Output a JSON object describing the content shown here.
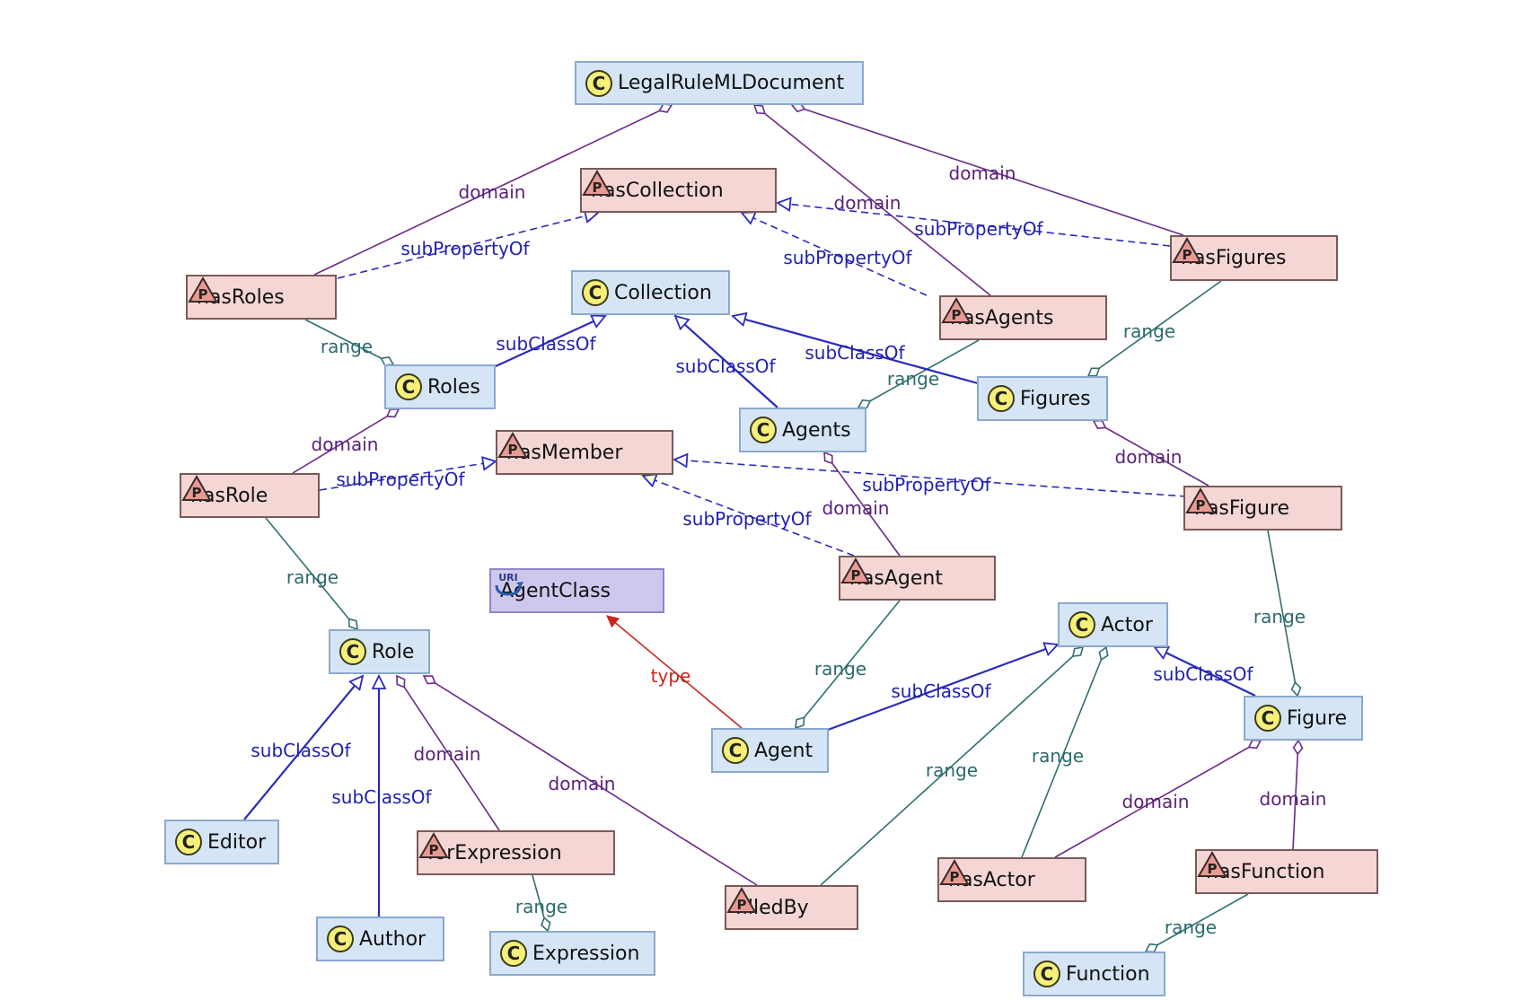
{
  "nodes": {
    "legalrulemldocument": {
      "label": "LegalRuleMLDocument",
      "kind": "class",
      "badge": "C"
    },
    "hascollection": {
      "label": "hasCollection",
      "kind": "property",
      "badge": "P"
    },
    "hasroles": {
      "label": "hasRoles",
      "kind": "property",
      "badge": "P"
    },
    "collection": {
      "label": "Collection",
      "kind": "class",
      "badge": "C"
    },
    "hasfigures": {
      "label": "hasFigures",
      "kind": "property",
      "badge": "P"
    },
    "hasagents": {
      "label": "hasAgents",
      "kind": "property",
      "badge": "P"
    },
    "roles": {
      "label": "Roles",
      "kind": "class",
      "badge": "C"
    },
    "figures": {
      "label": "Figures",
      "kind": "class",
      "badge": "C"
    },
    "agents": {
      "label": "Agents",
      "kind": "class",
      "badge": "C"
    },
    "hasmember": {
      "label": "hasMember",
      "kind": "property",
      "badge": "P"
    },
    "hasrole": {
      "label": "hasRole",
      "kind": "property",
      "badge": "P"
    },
    "hasfigure": {
      "label": "hasFigure",
      "kind": "property",
      "badge": "P"
    },
    "hasagent": {
      "label": "hasAgent",
      "kind": "property",
      "badge": "P"
    },
    "agentclass": {
      "label": "AgentClass",
      "kind": "uri",
      "badge": "URI"
    },
    "actor": {
      "label": "Actor",
      "kind": "class",
      "badge": "C"
    },
    "role": {
      "label": "Role",
      "kind": "class",
      "badge": "C"
    },
    "figure": {
      "label": "Figure",
      "kind": "class",
      "badge": "C"
    },
    "agent": {
      "label": "Agent",
      "kind": "class",
      "badge": "C"
    },
    "editor": {
      "label": "Editor",
      "kind": "class",
      "badge": "C"
    },
    "forexpression": {
      "label": "forExpression",
      "kind": "property",
      "badge": "P"
    },
    "filledby": {
      "label": "filledBy",
      "kind": "property",
      "badge": "P"
    },
    "hasactor": {
      "label": "hasActor",
      "kind": "property",
      "badge": "P"
    },
    "hasfunction": {
      "label": "hasFunction",
      "kind": "property",
      "badge": "P"
    },
    "author": {
      "label": "Author",
      "kind": "class",
      "badge": "C"
    },
    "expression": {
      "label": "Expression",
      "kind": "class",
      "badge": "C"
    },
    "function": {
      "label": "Function",
      "kind": "class",
      "badge": "C"
    }
  },
  "edges": [
    {
      "from": "hasroles",
      "to": "legalrulemldocument",
      "type": "domain",
      "label": "domain"
    },
    {
      "from": "hasagents",
      "to": "legalrulemldocument",
      "type": "domain",
      "label": "domain"
    },
    {
      "from": "hasfigures",
      "to": "legalrulemldocument",
      "type": "domain",
      "label": "domain"
    },
    {
      "from": "hasroles",
      "to": "hascollection",
      "type": "subPropertyOf",
      "label": "subPropertyOf"
    },
    {
      "from": "hasagents",
      "to": "hascollection",
      "type": "subPropertyOf",
      "label": "subPropertyOf"
    },
    {
      "from": "hasfigures",
      "to": "hascollection",
      "type": "subPropertyOf",
      "label": "subPropertyOf"
    },
    {
      "from": "hasroles",
      "to": "roles",
      "type": "range",
      "label": "range"
    },
    {
      "from": "hasagents",
      "to": "agents",
      "type": "range",
      "label": "range"
    },
    {
      "from": "hasfigures",
      "to": "figures",
      "type": "range",
      "label": "range"
    },
    {
      "from": "roles",
      "to": "collection",
      "type": "subClassOf",
      "label": "subClassOf"
    },
    {
      "from": "agents",
      "to": "collection",
      "type": "subClassOf",
      "label": "subClassOf"
    },
    {
      "from": "figures",
      "to": "collection",
      "type": "subClassOf",
      "label": "subClassOf"
    },
    {
      "from": "hasrole",
      "to": "roles",
      "type": "domain",
      "label": "domain"
    },
    {
      "from": "hasagent",
      "to": "agents",
      "type": "domain",
      "label": "domain"
    },
    {
      "from": "hasfigure",
      "to": "figures",
      "type": "domain",
      "label": "domain"
    },
    {
      "from": "hasrole",
      "to": "hasmember",
      "type": "subPropertyOf",
      "label": "subPropertyOf"
    },
    {
      "from": "hasagent",
      "to": "hasmember",
      "type": "subPropertyOf",
      "label": "subPropertyOf"
    },
    {
      "from": "hasfigure",
      "to": "hasmember",
      "type": "subPropertyOf",
      "label": "subPropertyOf"
    },
    {
      "from": "hasrole",
      "to": "role",
      "type": "range",
      "label": "range"
    },
    {
      "from": "hasagent",
      "to": "agent",
      "type": "range",
      "label": "range"
    },
    {
      "from": "hasfigure",
      "to": "figure",
      "type": "range",
      "label": "range"
    },
    {
      "from": "agent",
      "to": "agentclass",
      "type": "type",
      "label": "type"
    },
    {
      "from": "agent",
      "to": "actor",
      "type": "subClassOf",
      "label": "subClassOf"
    },
    {
      "from": "figure",
      "to": "actor",
      "type": "subClassOf",
      "label": "subClassOf"
    },
    {
      "from": "filledby",
      "to": "actor",
      "type": "range",
      "label": "range"
    },
    {
      "from": "hasactor",
      "to": "actor",
      "type": "range",
      "label": "range"
    },
    {
      "from": "hasactor",
      "to": "figure",
      "type": "domain",
      "label": "domain"
    },
    {
      "from": "hasfunction",
      "to": "figure",
      "type": "domain",
      "label": "domain"
    },
    {
      "from": "hasfunction",
      "to": "function",
      "type": "range",
      "label": "range"
    },
    {
      "from": "editor",
      "to": "role",
      "type": "subClassOf",
      "label": "subClassOf"
    },
    {
      "from": "author",
      "to": "role",
      "type": "subClassOf",
      "label": "subClassOf"
    },
    {
      "from": "forexpression",
      "to": "role",
      "type": "domain",
      "label": "domain"
    },
    {
      "from": "filledby",
      "to": "role",
      "type": "domain",
      "label": "domain"
    },
    {
      "from": "forexpression",
      "to": "expression",
      "type": "range",
      "label": "range"
    }
  ],
  "colors": {
    "domain": "#6a2a8a",
    "range": "#2f6f70",
    "subClassOf": "#2a2ac0",
    "subPropertyOf": "#2a2ac0",
    "type": "#c8261e"
  }
}
